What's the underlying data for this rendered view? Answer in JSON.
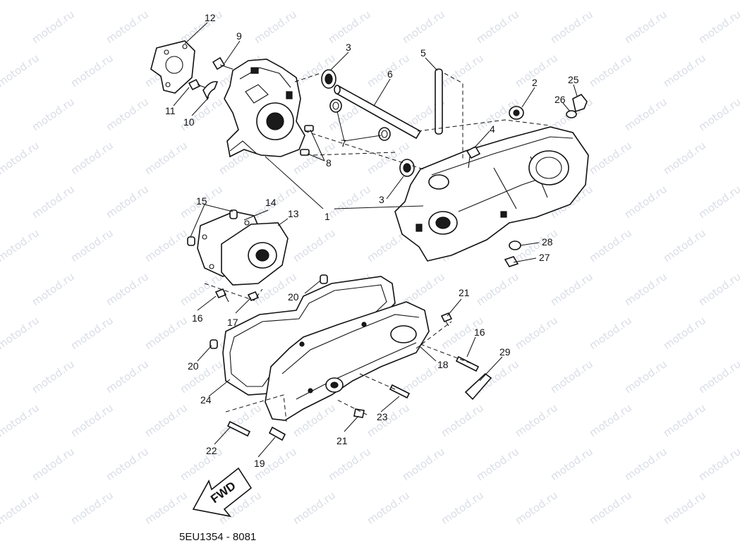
{
  "watermark": {
    "text": "motod.ru"
  },
  "diagram_code": "5EU1354 - 8081",
  "fwd_arrow": {
    "label": "FWD"
  },
  "callouts": {
    "c1": "1",
    "c2": "2",
    "c3a": "3",
    "c3b": "3",
    "c4": "4",
    "c5": "5",
    "c6": "6",
    "c7": "7",
    "c8": "8",
    "c9": "9",
    "c10": "10",
    "c11": "11",
    "c12": "12",
    "c13": "13",
    "c14": "14",
    "c15": "15",
    "c16a": "16",
    "c16b": "16",
    "c17": "17",
    "c18": "18",
    "c19": "19",
    "c20a": "20",
    "c20b": "20",
    "c21a": "21",
    "c21b": "21",
    "c22": "22",
    "c23": "23",
    "c24": "24",
    "c25": "25",
    "c26": "26",
    "c27": "27",
    "c28": "28",
    "c29": "29"
  }
}
